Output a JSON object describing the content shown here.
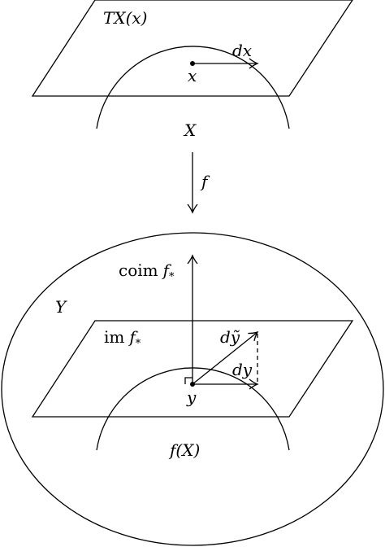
{
  "labels": {
    "tangent_space": "TX(x)",
    "point_x": "x",
    "vector_dx": "dx",
    "manifold_x": "X",
    "map_f": "f",
    "space_y": "Y",
    "coim_op": "coim",
    "coim_arg": "f",
    "coim_sub": "*",
    "im_op": "im",
    "im_arg": "f",
    "im_sub": "*",
    "vector_dy_tilde": "dỹ",
    "vector_dy": "dy",
    "point_y": "y",
    "image_fx": "f(X)"
  },
  "colors": {
    "stroke": "#000000",
    "background": "#ffffff"
  }
}
